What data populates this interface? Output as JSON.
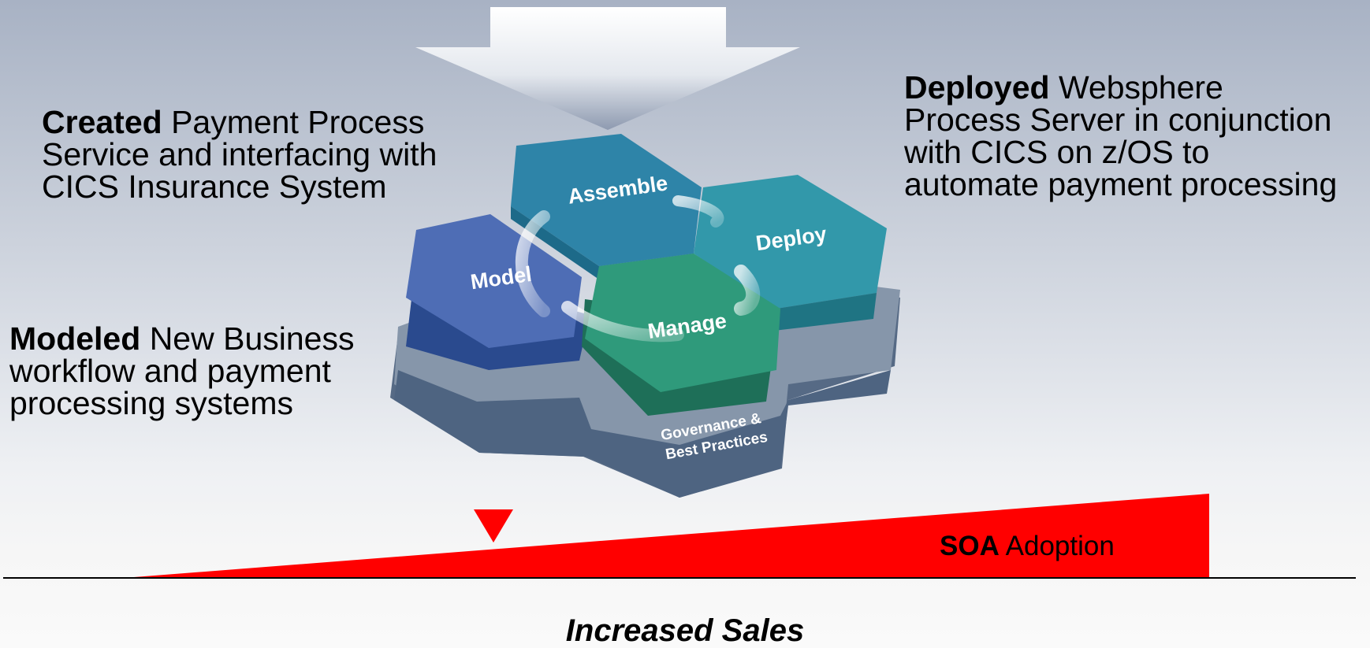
{
  "left_top_block": {
    "bold": "Created",
    "rest_line1": " Payment Process",
    "line2": "Service and interfacing with",
    "line3": "CICS Insurance System"
  },
  "left_bottom_block": {
    "bold": "Modeled",
    "rest_line1": " New Business",
    "line2": "workflow and payment",
    "line3": "processing systems"
  },
  "right_block": {
    "bold": "Deployed",
    "rest_line1": " Websphere",
    "line2": "Process Server in conjunction",
    "line3": "with CICS on z/OS to",
    "line4": "automate payment processing"
  },
  "hexagons": {
    "assemble": "Assemble",
    "deploy": "Deploy",
    "model": "Model",
    "manage": "Manage",
    "governance_line1": "Governance &",
    "governance_line2": "Best Practices"
  },
  "soa": {
    "bold": "SOA",
    "rest": " Adoption"
  },
  "caption": "Increased Sales",
  "colors": {
    "assemble": "#2e84a8",
    "deploy": "#3298aa",
    "model": "#4e6db5",
    "manage": "#2f9a7b",
    "base": "#8696aa",
    "wedge": "#ff0000"
  }
}
